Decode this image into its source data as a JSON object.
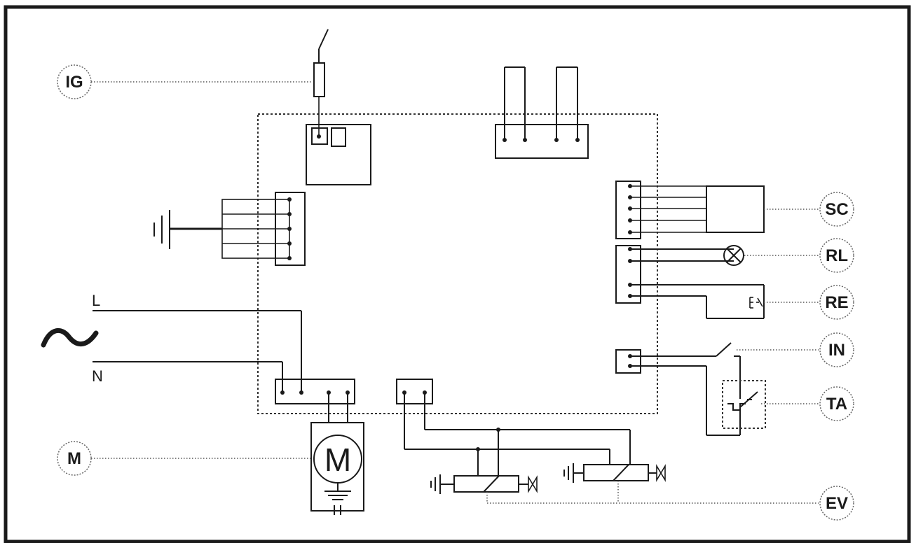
{
  "diagram": {
    "labels": {
      "ig": "IG",
      "sc": "SC",
      "rl": "RL",
      "re": "RE",
      "in": "IN",
      "ta": "TA",
      "m": "M",
      "ev": "EV"
    },
    "supply": {
      "live": "L",
      "neutral": "N",
      "ac_symbol": "~"
    },
    "motor_symbol": "M"
  }
}
